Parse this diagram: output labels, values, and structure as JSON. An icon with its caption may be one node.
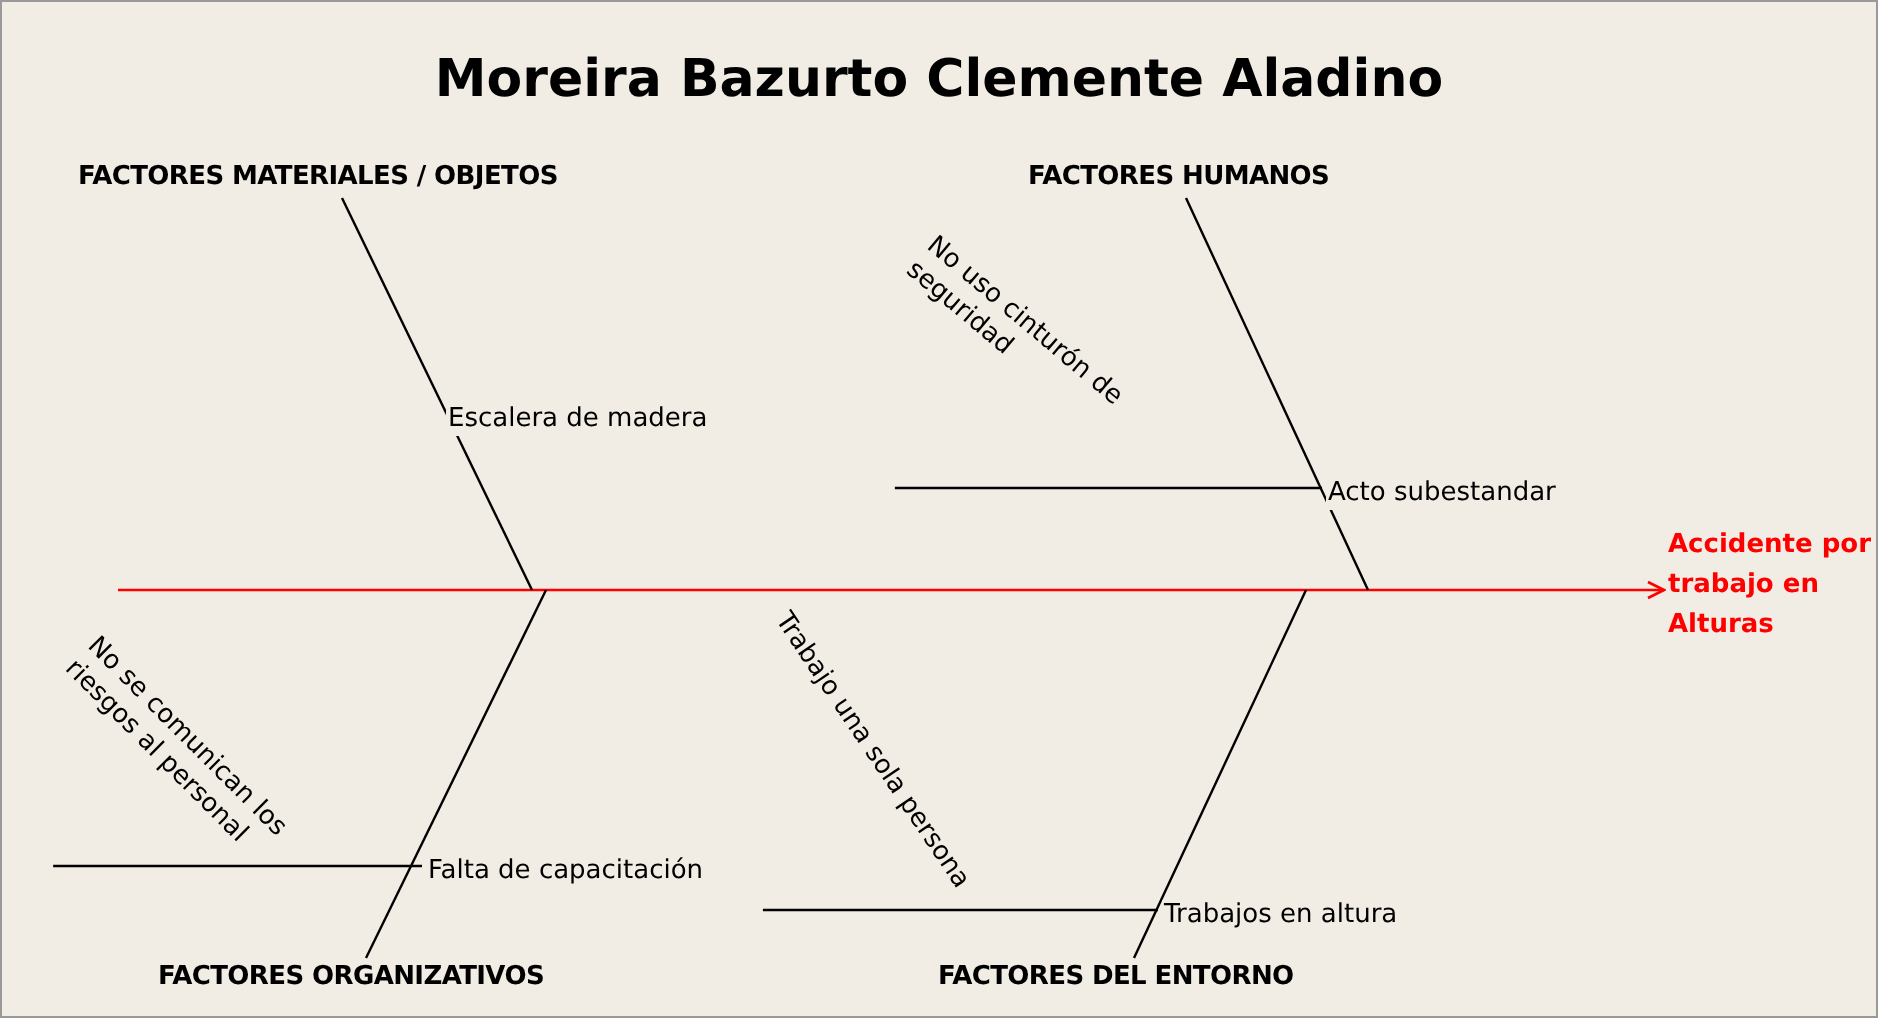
{
  "diagram": {
    "title": "Moreira Bazurto Clemente Aladino",
    "nodes": [
      {
        "text": [
          "Accidente por trabajo en Alturas"
        ]
      },
      {
        "text": [
          "FACTORES MATERIALES / OBJETOS"
        ]
      },
      {
        "text": [
          "Escalera de madera"
        ]
      },
      {
        "text": [
          "FACTORES HUMANOS"
        ]
      },
      {
        "text": [
          "No uso cinturón de seguridad"
        ]
      },
      {
        "text": [
          "Acto subestandar"
        ]
      },
      {
        "text": [
          "No se comunican los riesgos al personal"
        ]
      },
      {
        "text": [
          "Falta de capacitación"
        ]
      },
      {
        "text": [
          "Trabajo una sola persona"
        ]
      },
      {
        "text": [
          "Trabajos en altura"
        ]
      },
      {
        "text": [
          "FACTORES ORGANIZATIVOS"
        ]
      },
      {
        "text": [
          "FACTORES DEL ENTORNO"
        ]
      }
    ],
    "edges": [
      {
        "from": null,
        "to": 0,
        "arrow": "to",
        "color": "#ff0000"
      },
      {
        "from": 1,
        "to": null,
        "arrow": "none"
      },
      {
        "from": 3,
        "to": null,
        "arrow": "none"
      },
      {
        "from": 4,
        "to": 5,
        "arrow": "none"
      },
      {
        "from": 6,
        "to": 7,
        "arrow": "none"
      },
      {
        "from": 8,
        "to": 9,
        "arrow": "none"
      },
      {
        "from": 10,
        "to": null,
        "arrow": "none"
      },
      {
        "from": 11,
        "to": null,
        "arrow": "none"
      }
    ]
  }
}
